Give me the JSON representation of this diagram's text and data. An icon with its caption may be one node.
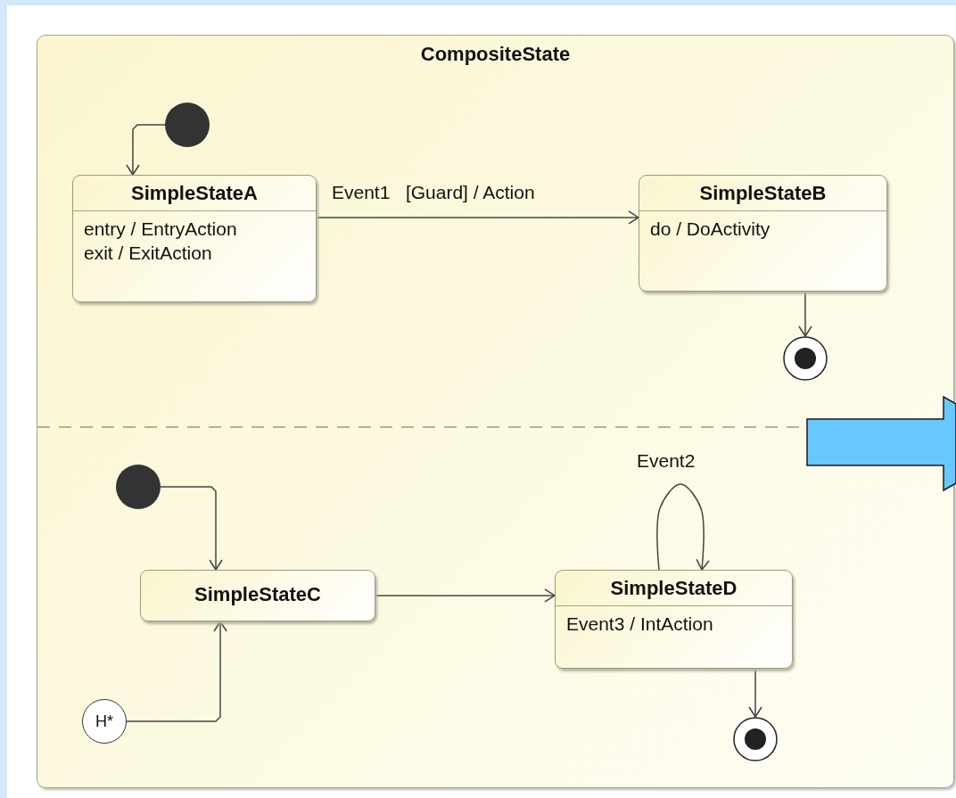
{
  "diagram": {
    "nodes": [
      {
        "text": [
          "CompositeState"
        ]
      },
      {
        "text": [],
        "shape": "circle",
        "in": 0
      },
      {
        "text": [
          "SimpleStateA",
          "entry / EntryAction",
          "exit / ExitAction"
        ],
        "in": 0
      },
      {
        "text": [
          "SimpleStateB",
          "do / DoActivity"
        ],
        "in": 0
      },
      {
        "text": [],
        "shape": "circle",
        "in": 0
      },
      {
        "text": [],
        "shape": "circle",
        "in": 0
      },
      {
        "text": [
          "SimpleStateC"
        ],
        "in": 0
      },
      {
        "text": [
          "SimpleStateD",
          "Event3 / IntAction"
        ],
        "in": 0
      },
      {
        "text": [
          "H*"
        ],
        "in": 0
      },
      {
        "text": [],
        "shape": "circle",
        "in": 0
      }
    ],
    "edges": [
      {
        "from": 1,
        "to": 2,
        "arrow": "to"
      },
      {
        "from": 2,
        "to": 3,
        "arrow": "to",
        "label": "Event1   [Guard] / Action"
      },
      {
        "from": 3,
        "to": 4,
        "arrow": "to"
      },
      {
        "from": 5,
        "to": 6,
        "arrow": "to"
      },
      {
        "from": 6,
        "to": 7,
        "arrow": "to"
      },
      {
        "from": 7,
        "to": 7,
        "arrow": "to",
        "label": "Event2"
      },
      {
        "from": 8,
        "to": 6,
        "arrow": "to"
      },
      {
        "from": 7,
        "to": 9,
        "arrow": "to"
      }
    ]
  }
}
